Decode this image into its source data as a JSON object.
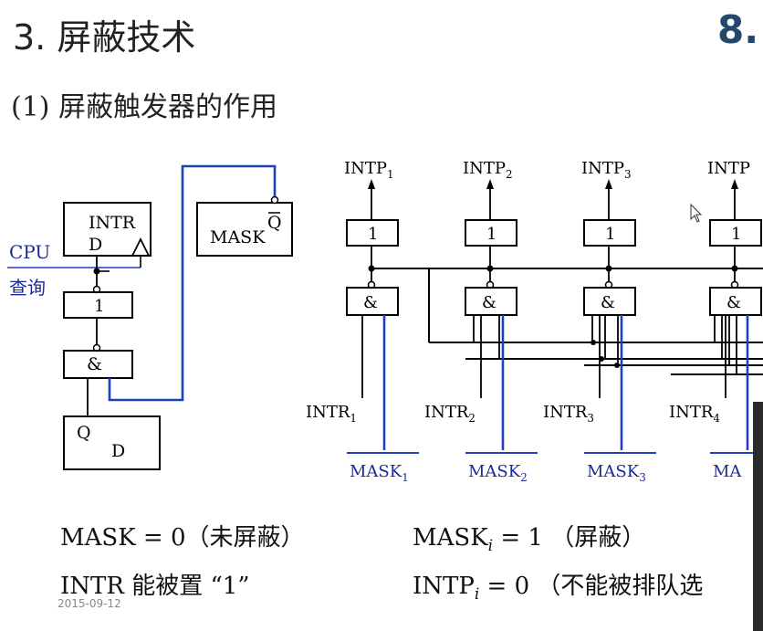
{
  "slide": {
    "title": "3. 屏蔽技术",
    "number": "8.",
    "subtitle": "(1) 屏蔽触发器的作用",
    "date": "2015-09-12"
  },
  "left_circuit": {
    "cpu_label": "CPU",
    "query_label": "查询",
    "intr_label": "INTR",
    "d_label": "D",
    "mask_label": "MASK",
    "qbar_label": "Q",
    "or_label": "1",
    "and_label": "&",
    "q_label": "Q",
    "bottom_d_label": "D"
  },
  "right_circuit": {
    "intp_labels": [
      "INTP",
      "INTP",
      "INTP",
      "INTP"
    ],
    "intp_subs": [
      "1",
      "2",
      "3",
      ""
    ],
    "or_labels": [
      "1",
      "1",
      "1",
      "1"
    ],
    "and_labels": [
      "&",
      "&",
      "&",
      "&"
    ],
    "intr_labels": [
      "INTR",
      "INTR",
      "INTR",
      "INTR"
    ],
    "intr_subs": [
      "1",
      "2",
      "3",
      "4"
    ],
    "mask_labels": [
      "MASK",
      "MASK",
      "MASK",
      "MA"
    ],
    "mask_subs": [
      "1",
      "2",
      "3",
      ""
    ]
  },
  "formulas": {
    "mask0": "MASK = 0（未屏蔽）",
    "intr": "INTR   能被置 “1”",
    "maski_pre": "MASK",
    "maski_sub": "i",
    "maski_post": " = 1 （屏蔽）",
    "intpi_pre": "INTP",
    "intpi_sub": "i",
    "intpi_post": "  = 0 （不能被排队选"
  },
  "colors": {
    "blue": "#1f3fbf",
    "label_blue": "#1a2a9a"
  }
}
